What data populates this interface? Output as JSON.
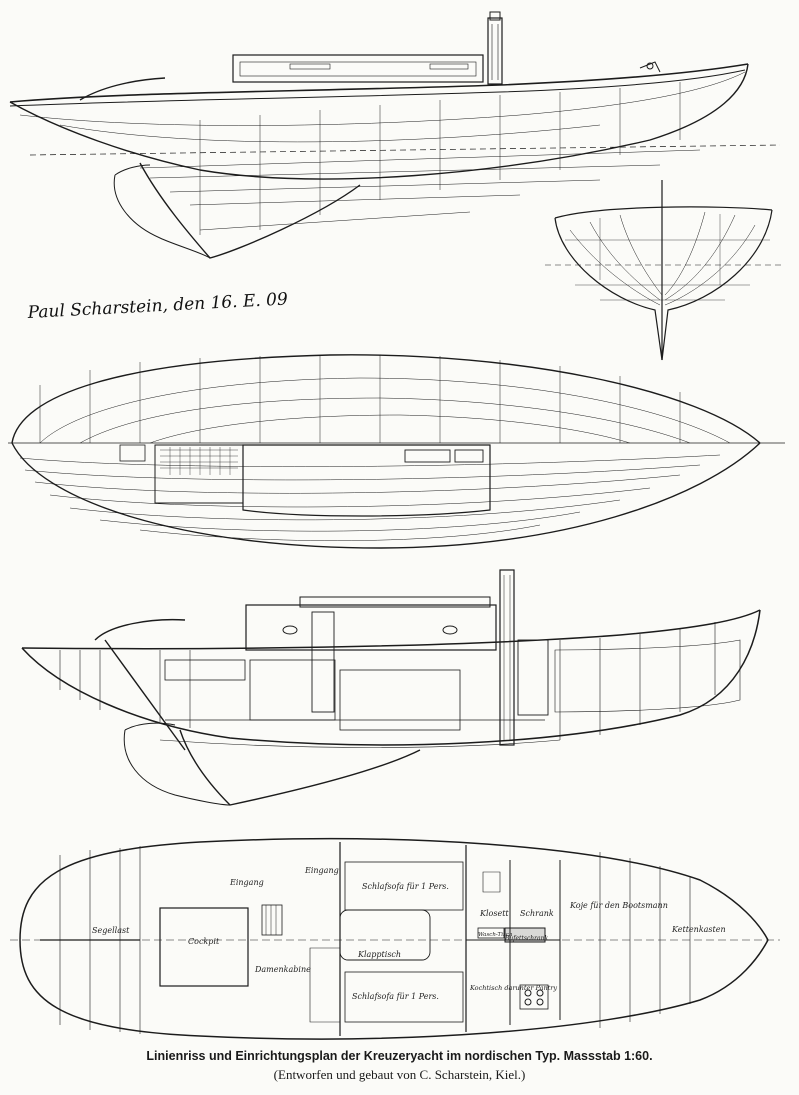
{
  "signature": "Paul Scharstein, den 16. E. 09",
  "caption": {
    "line1": "Linienriss und Einrichtungsplan der Kreuzeryacht im nordischen Typ. Massstab 1:60.",
    "line2": "(Entworfen und gebaut von C. Scharstein, Kiel.)"
  },
  "labels": {
    "segellast": "Segellast",
    "cockpit": "Cockpit",
    "eingang": "Eingang",
    "damenkabine": "Damenkabine",
    "eingang2": "Eingang",
    "schlafsofa1": "Schlafsofa für 1 Pers.",
    "schlafsofa2": "Schlafsofa für 1 Pers.",
    "klapptisch": "Klapptisch",
    "klosett": "Klosett",
    "schrank": "Schrank",
    "wasch": "Wasch-Tisch",
    "bufettschrank": "Bufettschrank",
    "kochtisch": "Kochtisch darunter Pantry",
    "koje": "Koje für den Bootsmann",
    "kettenkasten": "Kettenkasten"
  },
  "colors": {
    "ink": "#1c1c1c",
    "paper": "#fbfbf8"
  }
}
